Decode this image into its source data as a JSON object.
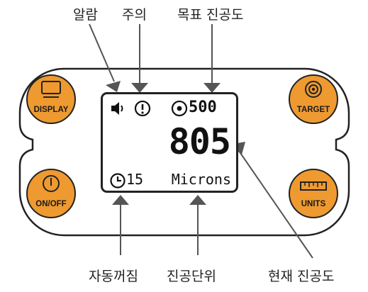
{
  "callouts": {
    "alarm": "알람",
    "caution": "주의",
    "target_vacuum": "목표 진공도",
    "auto_off": "자동꺼짐",
    "vacuum_unit": "진공단위",
    "current_vacuum": "현재 진공도"
  },
  "buttons": {
    "display": "DISPLAY",
    "target": "TARGET",
    "onoff": "ON/OFF",
    "units": "UNITS"
  },
  "screen": {
    "target_value": "500",
    "current_reading": "805",
    "auto_off_minutes": "15",
    "unit": "Microns"
  },
  "colors": {
    "button_fill": "#ee9a30",
    "outline": "#222222",
    "arrow": "#555555"
  }
}
